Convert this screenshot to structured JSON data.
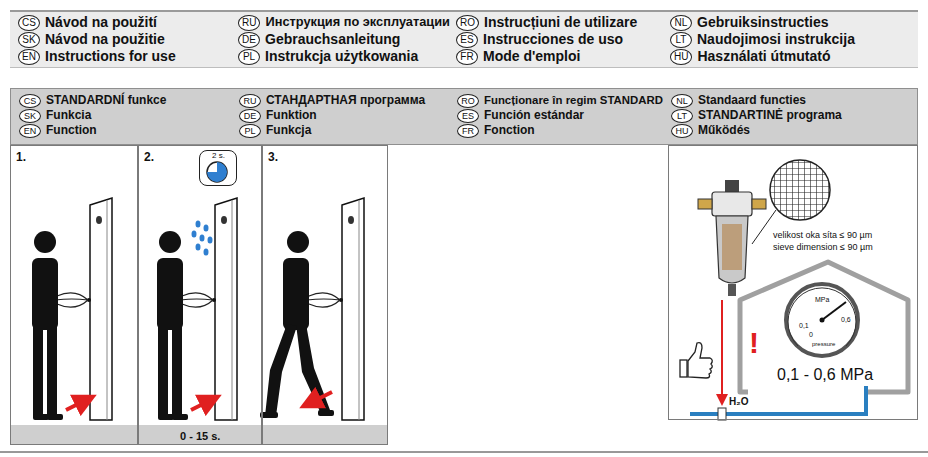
{
  "diagram": {
    "nodes": [
      {
        "text": [
          "CS",
          "Návod na použití",
          "RU",
          "Инструкция по эксплуатации",
          "RO",
          "Instrucțiuni de utilizare",
          "NL",
          "Gebruiksinstructies",
          "SK",
          "Návod na použitie",
          "DE",
          "Gebrauchsanleitung",
          "ES",
          "Instrucciones de uso",
          "LT",
          "Naudojimosi instrukcija",
          "EN",
          "Instructions for use",
          "PL",
          "Instrukcja użytkowania",
          "FR",
          "Mode d'emploi",
          "HU",
          "Használati útmutató"
        ]
      },
      {
        "text": [
          "CS",
          "STANDARDNÍ funkce",
          "RU",
          "СТАНДАРТНАЯ программа",
          "RO",
          "Funcționare în regim STANDARD",
          "NL",
          "Standaard functies",
          "SK",
          "Funkcia",
          "DE",
          "Funktion",
          "ES",
          "Función estándar",
          "LT",
          "STANDARTINĖ programa",
          "EN",
          "Function",
          "PL",
          "Funkcja",
          "FR",
          "Fonction",
          "HU",
          "Működés"
        ]
      },
      {
        "text": [
          "1."
        ]
      },
      {
        "text": [
          "2.",
          "0 - 15 s."
        ]
      },
      {
        "text": [
          "2 s."
        ],
        "in": 3
      },
      {
        "text": [
          "3."
        ]
      },
      {
        "text": [
          "velikost oka síta ≤ 90 µm",
          "sieve dimension ≤ 90 µm",
          "0,1 - 0,6 MPa"
        ]
      }
    ],
    "labels": [
      "MPa",
      "0,6",
      "0,1",
      "0",
      "pressure",
      "!",
      "H₂O"
    ]
  }
}
